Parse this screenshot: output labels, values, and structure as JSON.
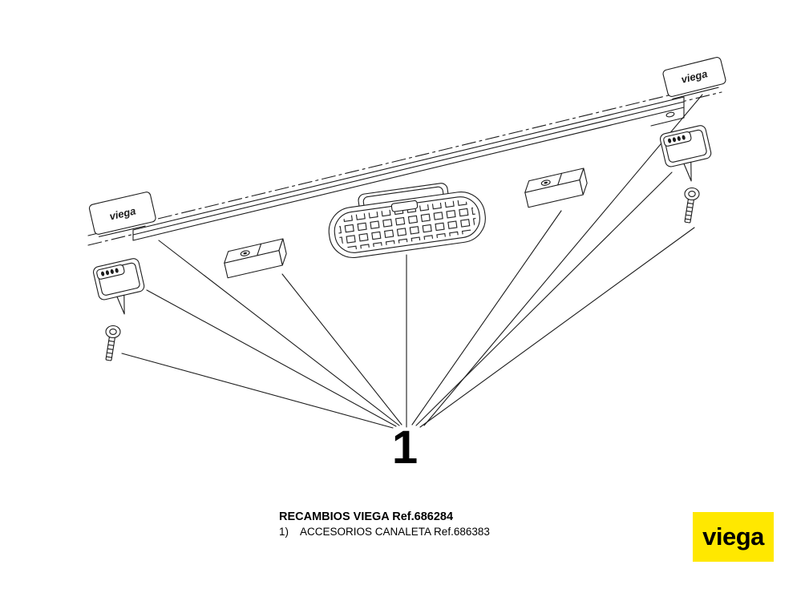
{
  "diagram": {
    "callout_number": "1",
    "plate_text": "viega"
  },
  "footer": {
    "heading": "RECAMBIOS VIEGA Ref.686284",
    "item_number": "1)",
    "item_text": "ACCESORIOS CANALETA Ref.686383"
  },
  "logo": {
    "text": "viega",
    "background": "#FFE800",
    "color": "#000000"
  },
  "colors": {
    "line": "#1c1c1c",
    "background": "#ffffff"
  }
}
